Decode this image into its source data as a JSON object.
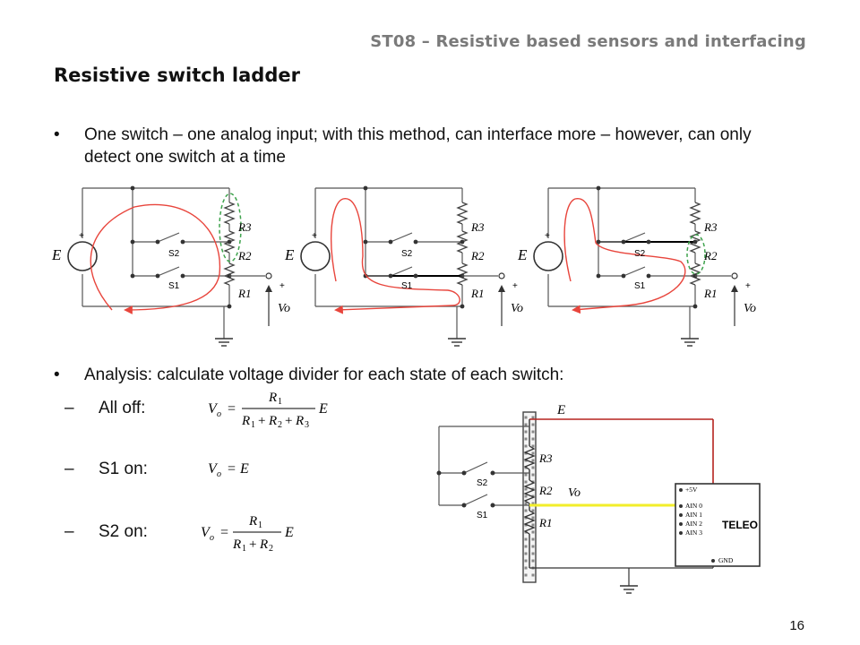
{
  "header": {
    "course": "ST08 – Resistive based sensors and interfacing",
    "title": "Resistive switch ladder"
  },
  "bullets": [
    {
      "text": "One switch – one analog input; with this method, can interface more – however, can only detect one switch at a time"
    },
    {
      "text": "Analysis: calculate voltage divider for each state of each switch:"
    }
  ],
  "bullet_symbol": "•",
  "cases": [
    {
      "dash": "–",
      "label": "All off:"
    },
    {
      "dash": "–",
      "label": "S1 on:"
    },
    {
      "dash": "–",
      "label": "S2 on:"
    }
  ],
  "circuit_labels": {
    "source": "E",
    "r1": "R1",
    "r2": "R2",
    "r3": "R3",
    "s1": "S1",
    "s2": "S2",
    "vo": "Vo",
    "plus": "+",
    "minus": "−"
  },
  "formulas": {
    "vo": "V",
    "vo_sub": "o",
    "eq": "=",
    "r1": "R",
    "r2": "R",
    "r3": "R",
    "one": "1",
    "two": "2",
    "three": "3",
    "plus": "+",
    "e": "E"
  },
  "teleo": {
    "e_label": "E",
    "vo_label": "Vo",
    "device": "TELEO",
    "pins": [
      "+5V",
      "AIN 0",
      "AIN 1",
      "AIN 2",
      "AIN 3",
      "GND"
    ]
  },
  "colors": {
    "current_path": "#e8453c",
    "highlight": "#3fa34d",
    "wire_red": "#b5231e",
    "wire_yellow": "#f2ee2a",
    "wire": "#555555"
  },
  "page_number": "16"
}
